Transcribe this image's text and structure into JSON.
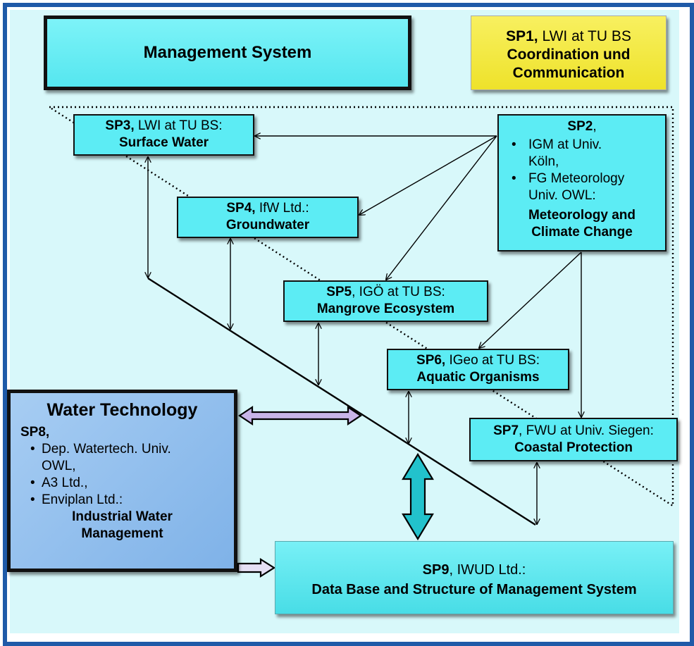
{
  "management": {
    "title": "Management System"
  },
  "sp1": {
    "code": "SP1,",
    "org": " LWI at TU BS",
    "line1": "Coordination und",
    "line2": "Communication"
  },
  "sp2": {
    "code": "SP2",
    "suffix": ",",
    "item1a": "IGM at Univ.",
    "item1b": "Köln,",
    "item2a": "FG Meteorology",
    "item2b": "Univ. OWL:",
    "topic1": "Meteorology and",
    "topic2": "Climate Change"
  },
  "sp3": {
    "code": "SP3,",
    "org": " LWI at TU BS:",
    "topic": "Surface Water"
  },
  "sp4": {
    "code": "SP4,",
    "org": " IfW Ltd.:",
    "topic": "Groundwater"
  },
  "sp5": {
    "code": "SP5",
    "org": ", IGÖ at TU BS:",
    "topic": "Mangrove Ecosystem"
  },
  "sp6": {
    "code": "SP6,",
    "org": " IGeo at TU BS:",
    "topic": "Aquatic Organisms"
  },
  "sp7": {
    "code": "SP7",
    "org": ", FWU at Univ. Siegen:",
    "topic": "Coastal Protection"
  },
  "water_tech": {
    "title": "Water Technology",
    "code": "SP8,",
    "item1a": "Dep. Watertech. Univ.",
    "item1b": "OWL,",
    "item2": "A3 Ltd.,",
    "item3": "Enviplan  Ltd.:",
    "topic1": "Industrial Water",
    "topic2": "Management"
  },
  "sp9": {
    "code": "SP9",
    "org": ", IWUD Ltd.:",
    "topic": "Data Base and Structure of Management System"
  },
  "colors": {
    "frame": "#1f5aa8",
    "background": "#d8f8fa",
    "box": "#5cecf4",
    "sp1": "#f0e430",
    "water_tech": "#8fbdee"
  }
}
